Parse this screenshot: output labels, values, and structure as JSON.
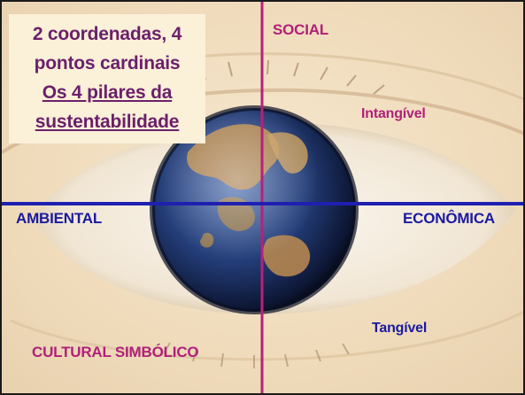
{
  "title": {
    "line1": "2 coordenadas, 4",
    "line2": "pontos cardinais",
    "line3": "Os 4 pilares da",
    "line4": "sustentabilidade"
  },
  "labels": {
    "social": "SOCIAL",
    "intangivel": "Intangível",
    "ambiental": "AMBIENTAL",
    "economica": "ECONÔMICA",
    "tangivel": "Tangível",
    "cultural": "CULTURAL SIMBÓLICO"
  },
  "colors": {
    "magenta": "#b0207a",
    "blue": "#1a1aa0",
    "title_purple": "#6b1f6b",
    "vertical_axis": "#b8207a",
    "horizontal_axis": "#1f1fb0"
  }
}
